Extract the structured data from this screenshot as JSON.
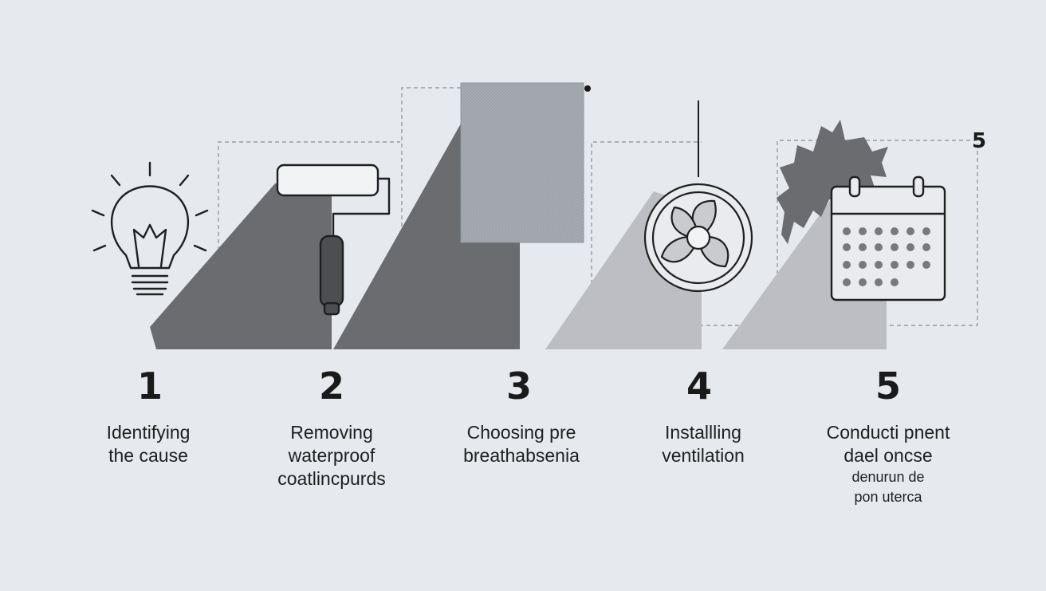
{
  "steps": [
    {
      "number": "1",
      "icon": "lightbulb-icon",
      "lines": [
        "Identifying",
        "the cause"
      ]
    },
    {
      "number": "2",
      "icon": "paint-roller-icon",
      "lines": [
        "Removing",
        "waterproof",
        "coatlincpurds"
      ]
    },
    {
      "number": "3",
      "icon": "fabric-swatch-icon",
      "lines": [
        "Choosing pre",
        "breathabsenia"
      ]
    },
    {
      "number": "4",
      "icon": "fan-icon",
      "lines": [
        "Installling",
        "ventilation"
      ]
    },
    {
      "number": "5",
      "icon": "calendar-icon",
      "lines": [
        "Conducti pnent",
        "dael oncse"
      ],
      "small_lines": [
        "denurun de",
        "pon uterca"
      ]
    }
  ],
  "corner_number": "5",
  "colors": {
    "background": "#e6e9ee",
    "shadow_dark": "#6b6c70",
    "shadow_light": "#bcbec3",
    "swatch": "#a7adb2",
    "text": "#1c1c1c"
  }
}
